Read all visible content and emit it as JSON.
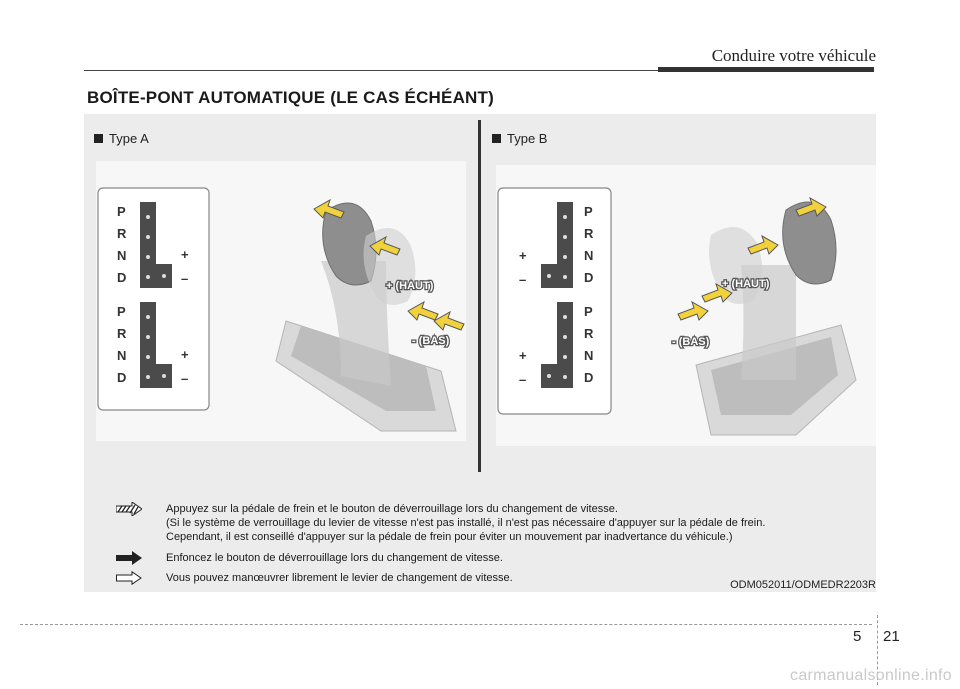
{
  "header": {
    "chapter_title": "Conduire votre véhicule"
  },
  "section": {
    "title": "BOÎTE-PONT AUTOMATIQUE (LE CAS ÉCHÉANT)"
  },
  "figure": {
    "panels": [
      {
        "label": "Type A",
        "gate_letters": [
          "P",
          "R",
          "N",
          "D"
        ],
        "plus": "+",
        "minus": "–",
        "tag_up": "+ (HAUT)",
        "tag_down": "- (BAS)"
      },
      {
        "label": "Type B",
        "gate_letters": [
          "P",
          "R",
          "N",
          "D"
        ],
        "plus": "+",
        "minus": "–",
        "tag_up": "+ (HAUT)",
        "tag_down": "- (BAS)"
      }
    ],
    "legend": [
      {
        "icon": "hatched-arrow-icon",
        "lines": [
          "Appuyez sur la pédale de frein et le bouton de déverrouillage lors du changement de vitesse.",
          "(Si le système de verrouillage du levier de vitesse n'est pas installé, il n'est pas nécessaire d'appuyer sur la pédale de frein.",
          "Cependant, il est conseillé d'appuyer sur la pédale de frein pour éviter un mouvement par inadvertance du véhicule.)"
        ]
      },
      {
        "icon": "solid-arrow-icon",
        "lines": [
          "Enfoncez le bouton de déverrouillage lors du changement de vitesse."
        ]
      },
      {
        "icon": "outline-arrow-icon",
        "lines": [
          "Vous pouvez manœuvrer librement le levier de changement de vitesse."
        ]
      }
    ],
    "code": "ODM052011/ODMEDR2203R"
  },
  "footer": {
    "section_number": "5",
    "page_number": "21"
  },
  "watermark": "carmanualsonline.info",
  "colors": {
    "arrow_yellow": "#f2d23c",
    "gate_background": "#ffffff",
    "figure_background": "#ececec"
  }
}
